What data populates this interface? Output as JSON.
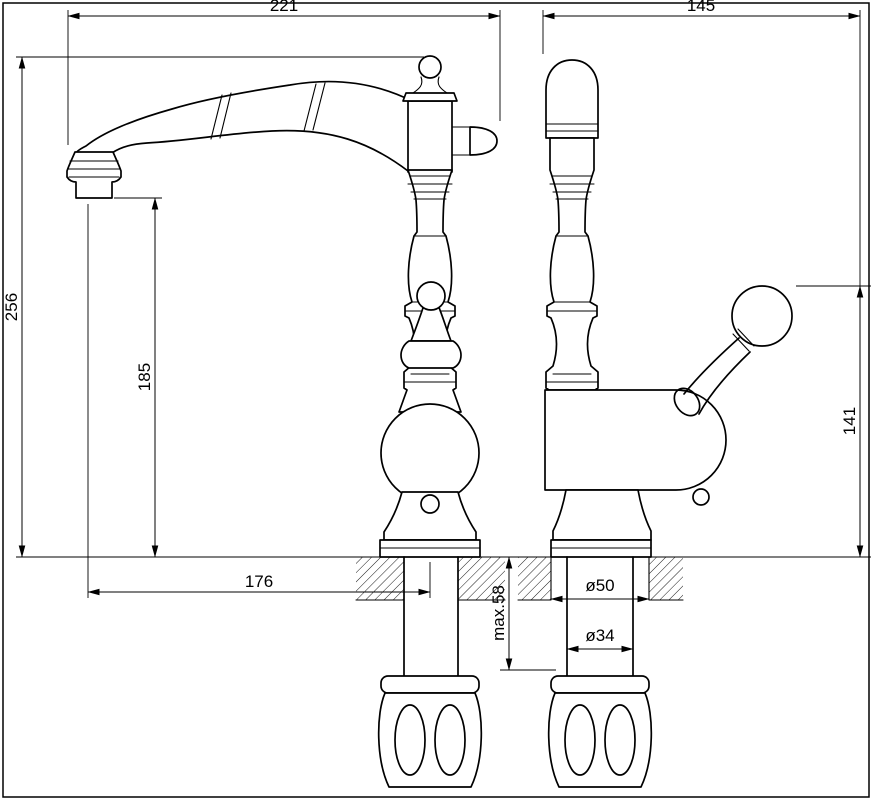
{
  "colors": {
    "line": "#000000",
    "background": "#ffffff"
  },
  "dimensions": {
    "spout_reach": "221",
    "body_depth": "145",
    "overall_height": "256",
    "spout_outlet_height": "185",
    "spout_projection": "176",
    "handle_top_height": "141",
    "max_deck_thickness": "max.58",
    "deck_hole_diameter": "ø50",
    "shank_diameter": "ø34"
  }
}
